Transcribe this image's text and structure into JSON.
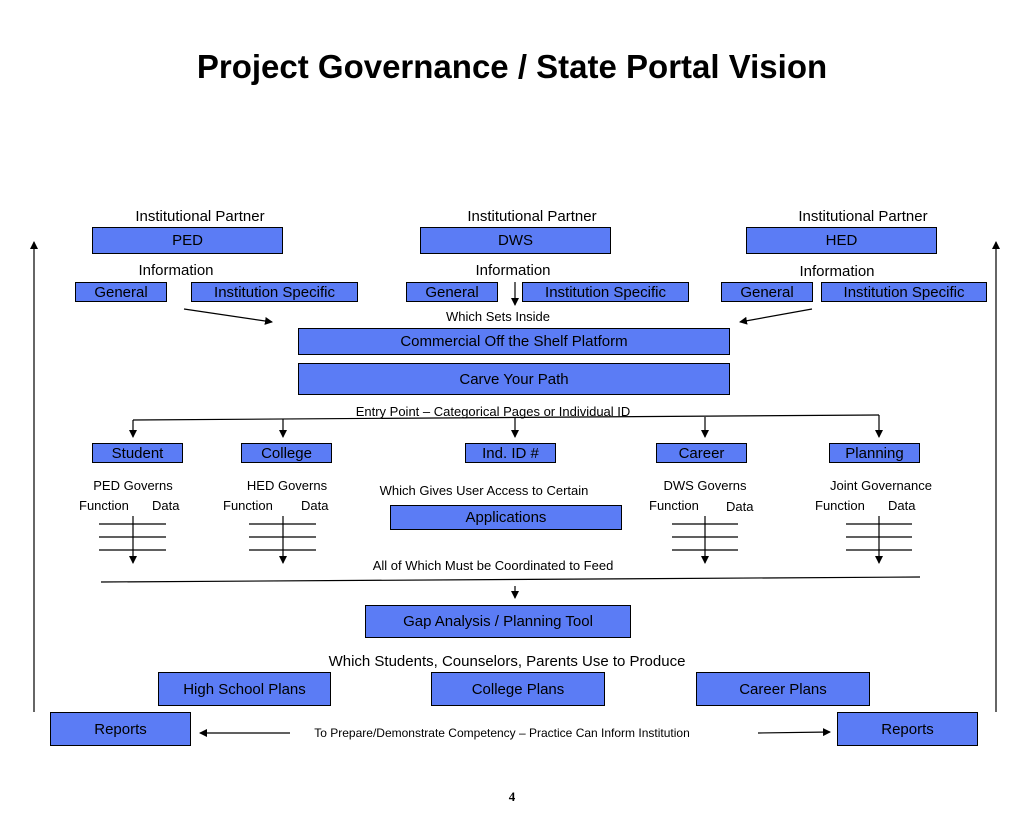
{
  "title": "Project Governance / State Portal Vision",
  "page_number": "4",
  "colors": {
    "box_fill": "#5b7cf5",
    "line": "#000000"
  },
  "partners": [
    {
      "label": "Institutional Partner",
      "name": "PED",
      "info_label": "Information",
      "general": "General",
      "specific": "Institution Specific"
    },
    {
      "label": "Institutional Partner",
      "name": "DWS",
      "info_label": "Information",
      "general": "General",
      "specific": "Institution Specific"
    },
    {
      "label": "Institutional Partner",
      "name": "HED",
      "info_label": "Information",
      "general": "General",
      "specific": "Institution Specific"
    }
  ],
  "which_sets_inside": "Which Sets Inside",
  "platform": "Commercial Off the Shelf Platform",
  "carve": "Carve Your Path",
  "entry_point": "Entry Point – Categorical Pages or Individual ID",
  "categories": [
    {
      "name": "Student",
      "governs": "PED Governs",
      "function": "Function",
      "data": "Data"
    },
    {
      "name": "College",
      "governs": "HED Governs",
      "function": "Function",
      "data": "Data"
    },
    {
      "name": "Ind. ID #"
    },
    {
      "name": "Career",
      "governs": "DWS Governs",
      "function": "Function",
      "data": "Data"
    },
    {
      "name": "Planning",
      "governs": "Joint Governance",
      "function": "Function",
      "data": "Data"
    }
  ],
  "which_gives": "Which Gives User Access to Certain",
  "applications": "Applications",
  "coordinated": "All of Which Must be Coordinated to Feed",
  "gap_tool": "Gap Analysis / Planning Tool",
  "students_use": "Which Students, Counselors, Parents Use to Produce",
  "plans": [
    "High School Plans",
    "College Plans",
    "Career Plans"
  ],
  "reports_left": "Reports",
  "reports_right": "Reports",
  "prepare": "To Prepare/Demonstrate Competency – Practice Can Inform Institution"
}
